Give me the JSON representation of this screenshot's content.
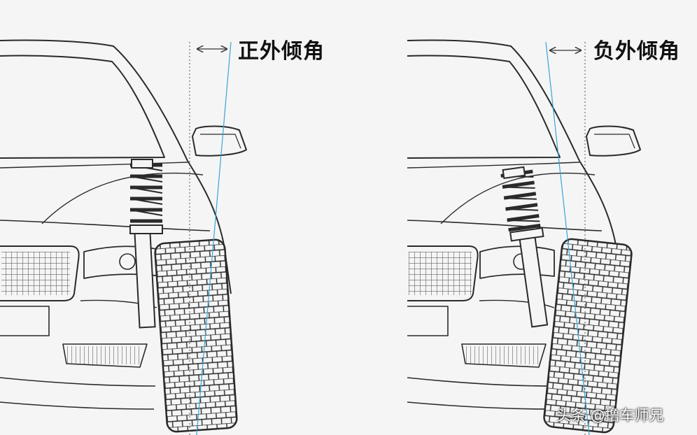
{
  "labels": {
    "positive_camber": "正外倾角",
    "negative_camber": "负外倾角"
  },
  "watermark": "头条 @撸车师兄",
  "colors": {
    "background": "#f5f5f5",
    "line": "#2a2a2a",
    "axis": "#3ba3d6",
    "reference": "#555555"
  }
}
